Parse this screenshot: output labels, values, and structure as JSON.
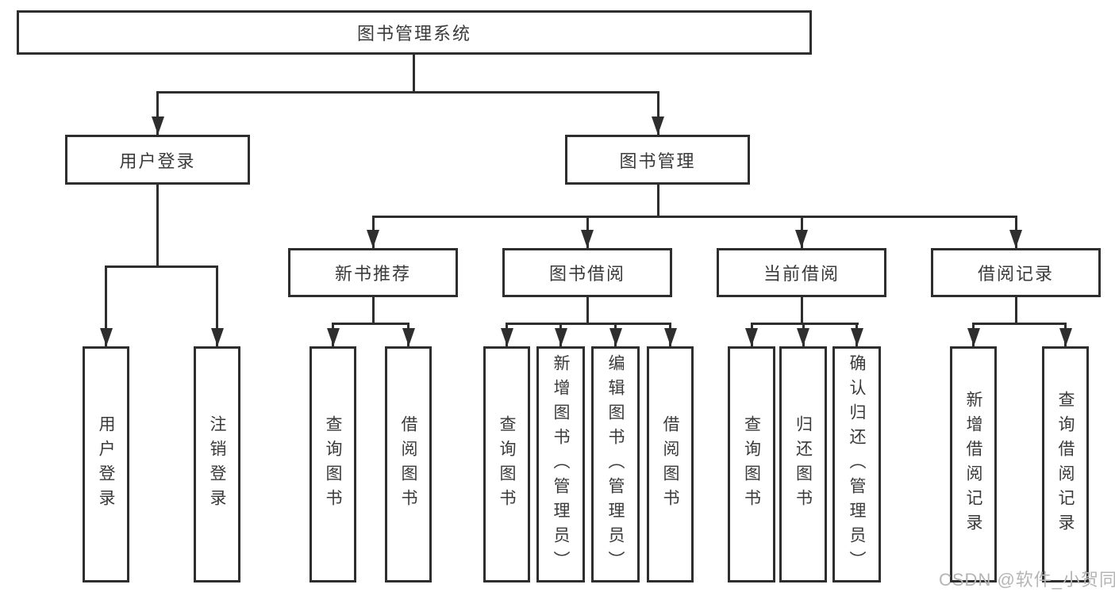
{
  "diagram": {
    "root": {
      "label": "图书管理系统"
    },
    "level2": [
      {
        "label": "用户登录"
      },
      {
        "label": "图书管理"
      }
    ],
    "level3": [
      {
        "label": "新书推荐"
      },
      {
        "label": "图书借阅"
      },
      {
        "label": "当前借阅"
      },
      {
        "label": "借阅记录"
      }
    ],
    "leaves": {
      "user_login": [
        "用户登录",
        "注销登录"
      ],
      "new_book": [
        "查询图书",
        "借阅图书"
      ],
      "book_borrow": [
        "查询图书",
        "新增图书（管理员）",
        "编辑图书（管理员）",
        "借阅图书"
      ],
      "current_borrow": [
        "查询图书",
        "归还图书",
        "确认归还（管理员）"
      ],
      "borrow_record": [
        "新增借阅记录",
        "查询借阅记录"
      ]
    },
    "watermark": "CSDN @软件_小贺同学",
    "colors": {
      "line": "#2e2e2e",
      "text": "#3a3a3a",
      "watermark": "#b5b5b5",
      "background": "#ffffff"
    }
  }
}
